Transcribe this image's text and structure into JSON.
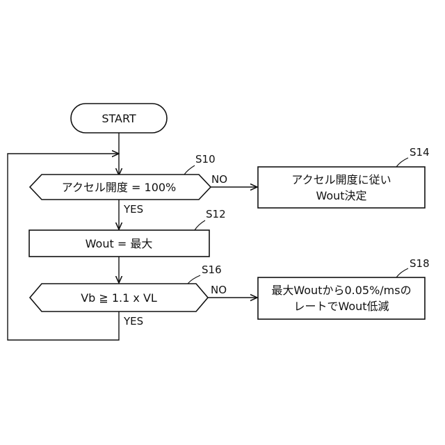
{
  "flowchart": {
    "start": {
      "label": "START"
    },
    "s10": {
      "step": "S10",
      "condition": "アクセル開度 = 100%",
      "no_label": "NO",
      "yes_label": "YES"
    },
    "s12": {
      "step": "S12",
      "action": "Wout = 最大"
    },
    "s14": {
      "step": "S14",
      "line1": "アクセル開度に従い",
      "line2": "Wout決定"
    },
    "s16": {
      "step": "S16",
      "condition": "Vb ≧ 1.1 x VL",
      "no_label": "NO",
      "yes_label": "YES"
    },
    "s18": {
      "step": "S18",
      "line1": "最大Woutから0.05%/msの",
      "line2": "レートでWout低減"
    }
  }
}
